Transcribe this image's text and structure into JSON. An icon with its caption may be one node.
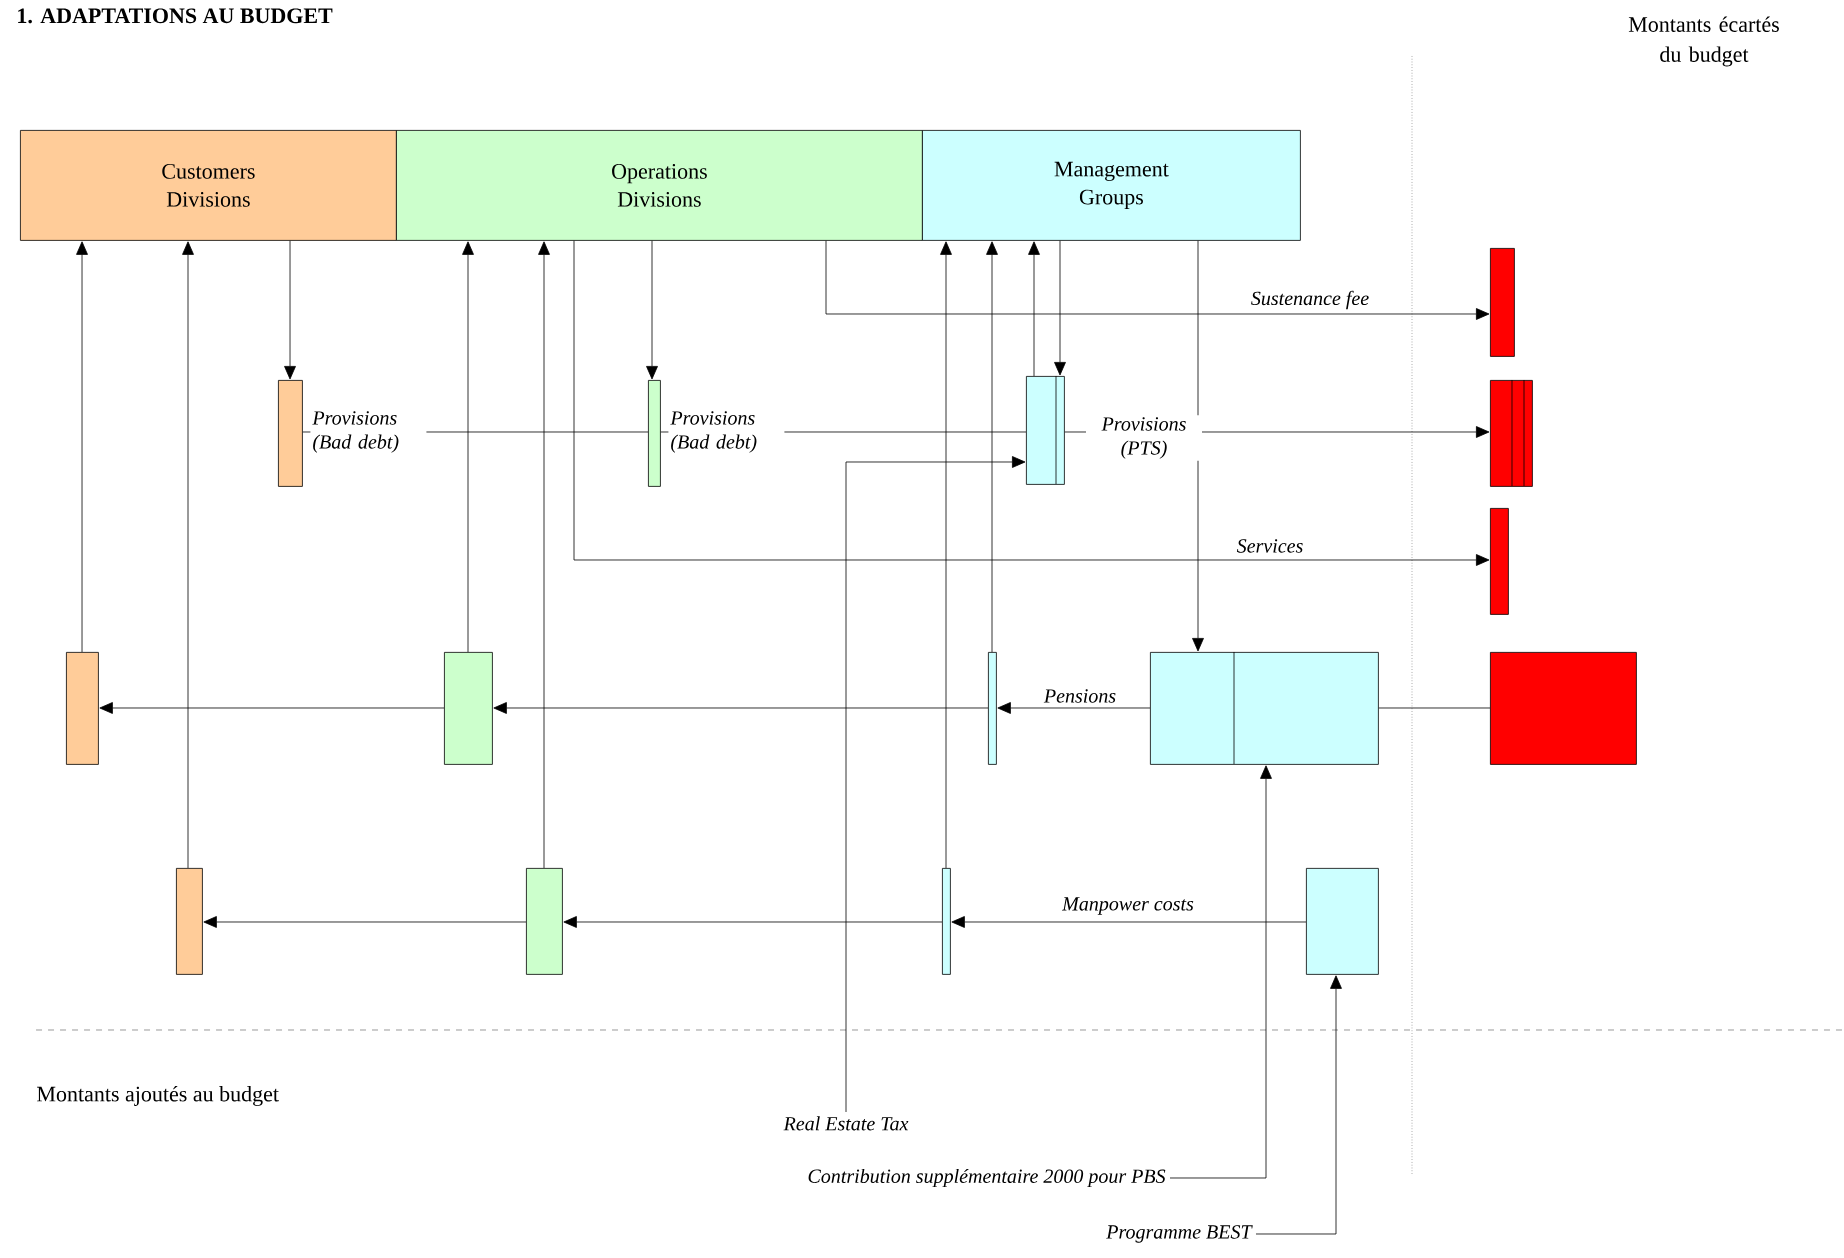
{
  "diagram": {
    "title": "1. ADAPTATIONS AU BUDGET",
    "nodes": [
      {
        "text": [
          "Customers Divisions"
        ]
      },
      {
        "text": [
          "Operations Divisions"
        ]
      },
      {
        "text": [
          "Management Groups"
        ]
      },
      {
        "text": [],
        "shape": "box"
      },
      {
        "text": [],
        "shape": "box"
      },
      {
        "text": [],
        "shape": "box"
      },
      {
        "text": [],
        "shape": "box"
      },
      {
        "text": [],
        "shape": "box"
      },
      {
        "text": [],
        "shape": "box"
      },
      {
        "text": [],
        "shape": "box"
      },
      {
        "text": [],
        "shape": "box"
      },
      {
        "text": [],
        "shape": "box"
      },
      {
        "text": [],
        "shape": "box"
      },
      {
        "text": [],
        "shape": "box"
      },
      {
        "text": [],
        "shape": "box"
      },
      {
        "text": [],
        "shape": "box"
      },
      {
        "text": [],
        "shape": "box"
      },
      {
        "text": [],
        "shape": "box"
      },
      {
        "text": [
          "Real Estate Tax"
        ]
      },
      {
        "text": [
          "Contribution supplémentaire 2000 pour PBS"
        ]
      },
      {
        "text": [
          "Programme BEST"
        ]
      }
    ],
    "edges": [
      {
        "from": 0,
        "to": 3,
        "arrow": "to"
      },
      {
        "from": 1,
        "to": 4,
        "arrow": "to"
      },
      {
        "from": 2,
        "to": 5,
        "arrow": "to"
      },
      {
        "from": 5,
        "to": 2,
        "arrow": "to"
      },
      {
        "from": 1,
        "to": 6,
        "arrow": "to",
        "label": "Sustenance fee"
      },
      {
        "from": 3,
        "to": 4,
        "arrow": "none",
        "label": "Provisions (Bad debt)"
      },
      {
        "from": 4,
        "to": 5,
        "arrow": "none",
        "label": "Provisions (Bad debt)"
      },
      {
        "from": 5,
        "to": 7,
        "arrow": "to",
        "label": "Provisions (PTS)"
      },
      {
        "from": 18,
        "to": 5,
        "arrow": "to"
      },
      {
        "from": 1,
        "to": 8,
        "arrow": "to",
        "label": "Services"
      },
      {
        "from": 2,
        "to": 12,
        "arrow": "to"
      },
      {
        "from": 13,
        "to": 12,
        "arrow": "none"
      },
      {
        "from": 12,
        "to": 11,
        "arrow": "to",
        "label": "Pensions"
      },
      {
        "from": 11,
        "to": 10,
        "arrow": "to"
      },
      {
        "from": 10,
        "to": 9,
        "arrow": "to"
      },
      {
        "from": 9,
        "to": 0,
        "arrow": "to"
      },
      {
        "from": 10,
        "to": 1,
        "arrow": "to"
      },
      {
        "from": 11,
        "to": 2,
        "arrow": "to"
      },
      {
        "from": 17,
        "to": 16,
        "arrow": "to",
        "label": "Manpower costs"
      },
      {
        "from": 16,
        "to": 15,
        "arrow": "to"
      },
      {
        "from": 15,
        "to": 14,
        "arrow": "to"
      },
      {
        "from": 14,
        "to": 0,
        "arrow": "to"
      },
      {
        "from": 15,
        "to": 1,
        "arrow": "to"
      },
      {
        "from": 16,
        "to": 2,
        "arrow": "to"
      },
      {
        "from": 19,
        "to": 12,
        "arrow": "to"
      },
      {
        "from": 20,
        "to": 17,
        "arrow": "to"
      }
    ],
    "labels": [
      "Montants écartés du budget",
      "Montants ajoutés au budget"
    ]
  }
}
